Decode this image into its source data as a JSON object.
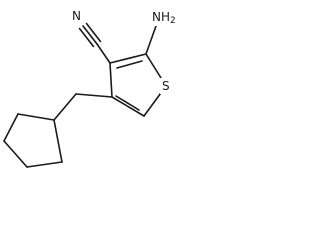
{
  "molecule": {
    "atoms": {
      "nitrogen_nitrile": "N",
      "amino_group": "NH",
      "amino_subscript": "2",
      "sulfur": "S"
    },
    "colors": {
      "bond": "#1a1a1a",
      "background": "#ffffff"
    }
  }
}
